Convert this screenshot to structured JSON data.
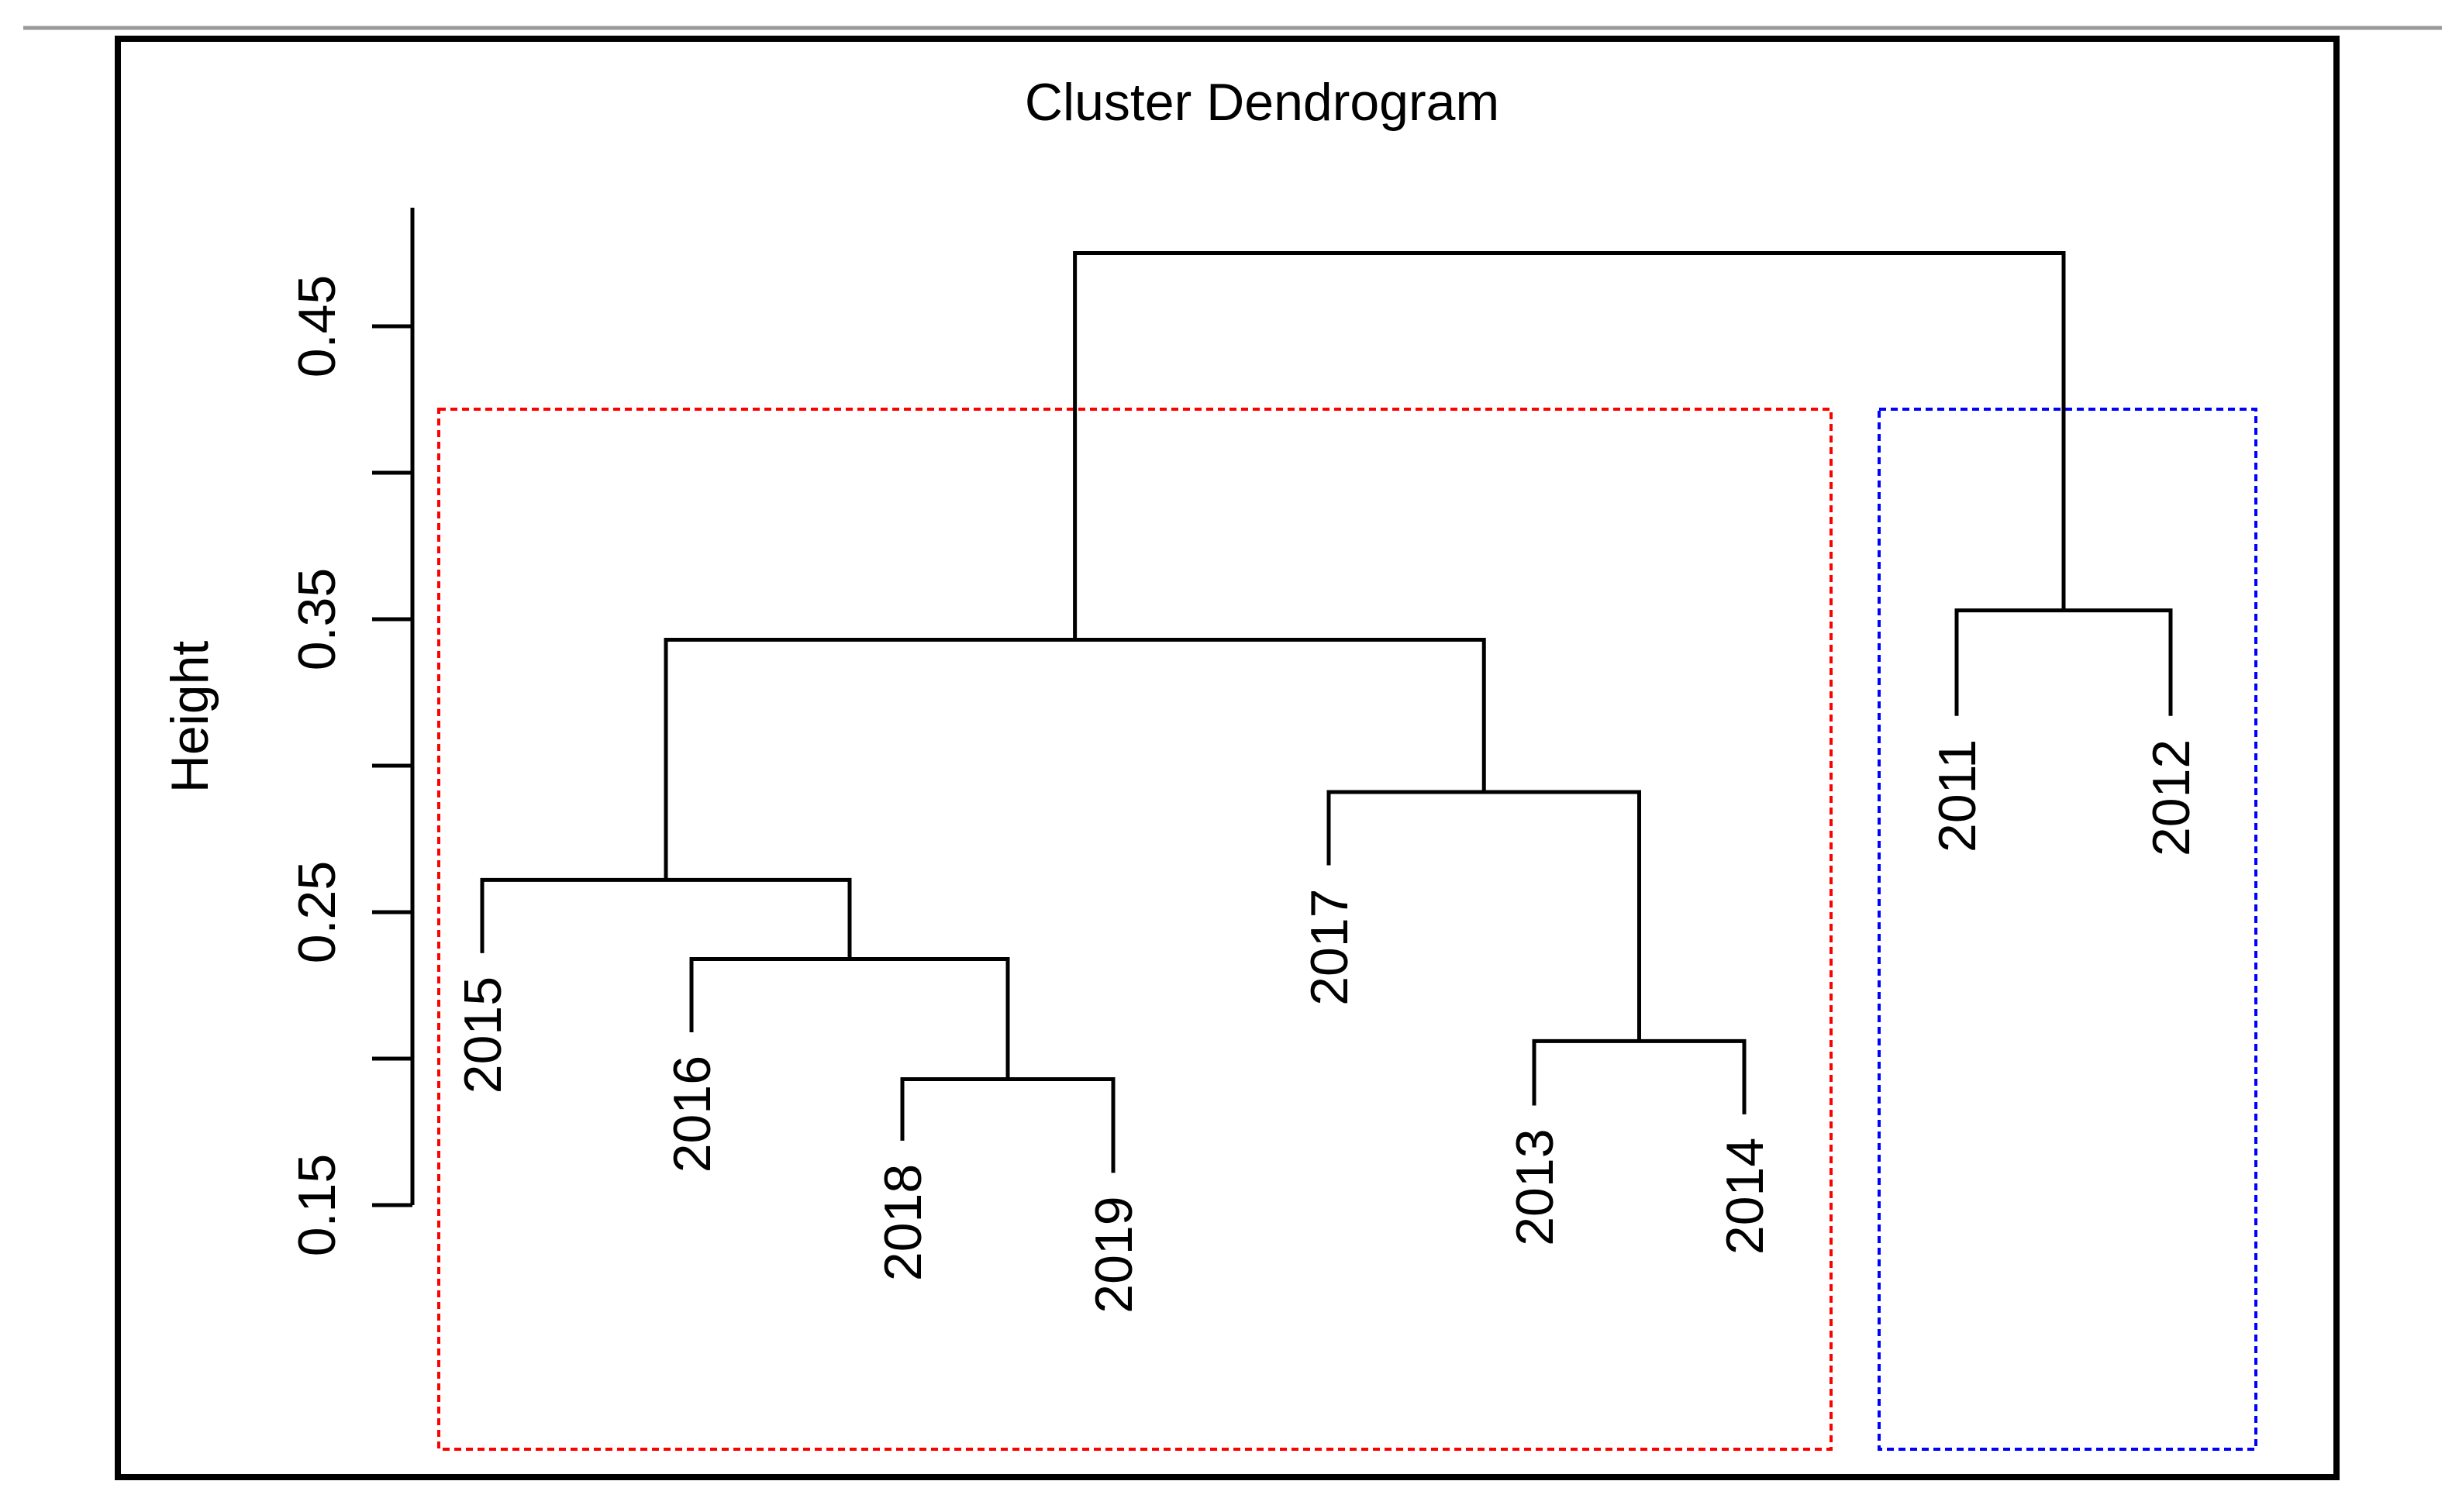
{
  "chart_data": {
    "type": "dendrogram",
    "title": "Cluster Dendrogram",
    "ylabel": "Height",
    "ylim": [
      0.15,
      0.49
    ],
    "yticks": [
      {
        "value": 0.15,
        "label": "0.15"
      },
      {
        "value": 0.2,
        "label": ""
      },
      {
        "value": 0.25,
        "label": "0.25"
      },
      {
        "value": 0.3,
        "label": ""
      },
      {
        "value": 0.35,
        "label": "0.35"
      },
      {
        "value": 0.4,
        "label": ""
      },
      {
        "value": 0.45,
        "label": "0.45"
      }
    ],
    "leaves": [
      "2015",
      "2016",
      "2018",
      "2019",
      "2017",
      "2013",
      "2014",
      "2011",
      "2012"
    ],
    "leaf_tip_heights": {
      "2015": 0.236,
      "2016": 0.209,
      "2018": 0.172,
      "2019": 0.161,
      "2017": 0.266,
      "2013": 0.184,
      "2014": 0.181,
      "2011": 0.317,
      "2012": 0.317
    },
    "merges": [
      {
        "id": "m1",
        "left": "2018",
        "right": "2019",
        "height": 0.193
      },
      {
        "id": "m2",
        "left": "2016",
        "right": "m1",
        "height": 0.234
      },
      {
        "id": "m3",
        "left": "2015",
        "right": "m2",
        "height": 0.261
      },
      {
        "id": "m4",
        "left": "2013",
        "right": "2014",
        "height": 0.206
      },
      {
        "id": "m5",
        "left": "2017",
        "right": "m4",
        "height": 0.291
      },
      {
        "id": "m6",
        "left": "m3",
        "right": "m5",
        "height": 0.343
      },
      {
        "id": "m7",
        "left": "2011",
        "right": "2012",
        "height": 0.353
      },
      {
        "id": "m8",
        "left": "m6",
        "right": "m7",
        "height": 0.475
      }
    ],
    "clusters": [
      {
        "color": "#ff0000",
        "members": [
          "2015",
          "2016",
          "2018",
          "2019",
          "2017",
          "2013",
          "2014"
        ]
      },
      {
        "color": "#0000ff",
        "members": [
          "2011",
          "2012"
        ]
      }
    ],
    "colors": {
      "line": "#000000",
      "cluster1": "#ff0000",
      "cluster2": "#0000ff"
    }
  }
}
